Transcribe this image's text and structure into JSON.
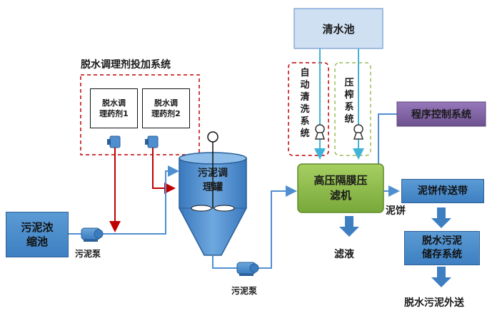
{
  "dosing_system": {
    "title": "脱水调理剂投加系统",
    "agent1": [
      "脱水调",
      "理药剂1"
    ],
    "agent2": [
      "脱水调",
      "理药剂2"
    ]
  },
  "clear_water_tank": "清水池",
  "auto_cleaning_system": "自动清洗系统",
  "pressing_system": "压榨系统",
  "program_control_system": "程序控制系统",
  "sludge_thickening_tank": [
    "污泥浓",
    "缩池"
  ],
  "sludge_pump_1": "污泥泵",
  "sludge_pump_2": "污泥泵",
  "conditioning_tank": [
    "污泥调",
    "理罐"
  ],
  "filter_press": [
    "高压隔膜压",
    "滤机"
  ],
  "filtrate": "滤液",
  "cake_label": "泥饼",
  "cake_conveyor": "泥饼传送带",
  "sludge_storage": [
    "脱水污泥",
    "储存系统"
  ],
  "sludge_export": "脱水污泥外送",
  "colors": {
    "blue_box": "#4f8fd0",
    "green_box": "#8fbf4a",
    "purple_box": "#8064a2",
    "clear_water_box": "#cfe0f3",
    "red_line": "#c00000",
    "flow_blue": "#4f8fd0",
    "cyan_line": "#40b4d8",
    "dash_red": "#c00000",
    "dash_green": "#9bbb59"
  }
}
